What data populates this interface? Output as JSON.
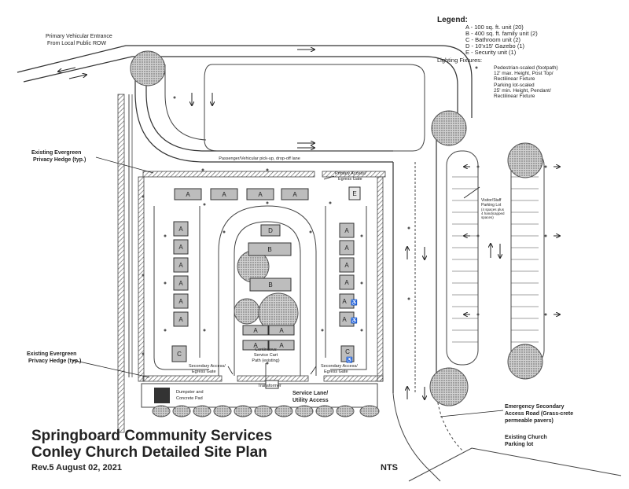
{
  "legend": {
    "title": "Legend:",
    "items": [
      "A - 100 sq. ft. unit (20)",
      "B - 400 sq. ft. family unit (2)",
      "C - Bathroom unit (2)",
      "D - 10'x15' Gazebo (1)",
      "E - Security unit (1)"
    ]
  },
  "lighting": {
    "title": "Lighting Fixtures:",
    "pedestrian": [
      "Pedestrian-scaled (footpath)",
      "12' max. Height, Post Top/",
      "Rectilinear Fixture"
    ],
    "parking": [
      "Parking lot-scaled",
      "25' min. Height, Pendant/",
      "Rectilinear Fixture"
    ]
  },
  "labels": {
    "entrance": [
      "Primary Vehicular Entrance",
      "From Local Public ROW"
    ],
    "hedge_top": [
      "Existing Evergreen",
      "Privacy Hedge (typ.)"
    ],
    "hedge_bottom": [
      "Existing Evergreen",
      "Privacy Hedge (typ.)"
    ],
    "dropoff": "Passenger/Vehicular pick-up, drop-off lane",
    "primary_gate": [
      "Primary Access/",
      "Egress Gate"
    ],
    "visitor_lot": [
      "Visitor/Staff",
      "Parking Lot",
      "(4 spaces plus",
      "4 handicapped",
      "spaces)"
    ],
    "cart_path": [
      "Continuous",
      "Service Cart",
      "Path (existing)"
    ],
    "secondary_gate_left": [
      "Secondary Access/",
      "Egress Gate"
    ],
    "secondary_gate_right": [
      "Secondary Access/",
      "Egress Gate"
    ],
    "transformer": "Transformer",
    "dumpster": [
      "Dumpster and",
      "Concrete Pad"
    ],
    "service_lane": [
      "Service Lane/",
      "Utility Access"
    ],
    "emergency": [
      "Emergency Secondary",
      "Access Road (Grass-crete",
      "permeable pavers)"
    ],
    "church_lot": [
      "Existing Church",
      "Parking lot"
    ]
  },
  "units": {
    "top_row": [
      "A",
      "A",
      "A",
      "A"
    ],
    "left_col": [
      "A",
      "A",
      "A",
      "A",
      "A",
      "A"
    ],
    "right_col": [
      "A",
      "A",
      "A",
      "A",
      "A",
      "A"
    ],
    "center_d": "D",
    "center_b1": "B",
    "center_b2": "B",
    "cluster": [
      "A",
      "A",
      "A",
      "A"
    ],
    "bath_left": "C",
    "bath_right": "C",
    "security": "E"
  },
  "title": {
    "line1": "Springboard Community Services",
    "line2": "Conley Church Detailed Site Plan",
    "rev": "Rev.5  August 02, 2021",
    "scale": "NTS"
  }
}
